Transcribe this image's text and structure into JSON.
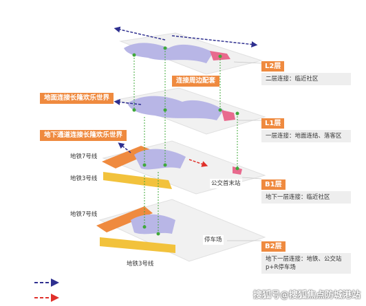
{
  "levels": {
    "l2": {
      "name": "L2层",
      "desc": "二层连接：临近社区"
    },
    "l1": {
      "name": "L1层",
      "desc": "一层连接：地面连结、落客区"
    },
    "b1": {
      "name": "B1层",
      "desc": "地下一层连接：临近社区"
    },
    "b2": {
      "name": "B2层",
      "desc": "地下一层连接：地铁、公交站 p+R停车场"
    }
  },
  "callouts": {
    "lianjie": "连接周边配套",
    "dimian": "地面连接长隆欢乐世界",
    "dixia": "地下通道连接长隆欢乐世界",
    "metro7_upper": "地铁7号线",
    "metro3_upper": "地铁3号线",
    "bus_terminal": "公交首末站",
    "metro7_lower": "地铁7号线",
    "parking": "停车场",
    "metro3_lower": "地铁3号线"
  },
  "colors": {
    "orange": "#ef8a3f",
    "yellow": "#f2c23c",
    "lavender": "#b8b6e6",
    "pink": "#e86a8e",
    "green": "#3fa83a",
    "navy": "#2e2f8f",
    "red": "#e0302a"
  },
  "legend": {
    "arrow1_color": "#2e2f8f",
    "arrow2_color": "#e0302a"
  },
  "watermark": "搜狐号@搜狐焦点防城港站"
}
